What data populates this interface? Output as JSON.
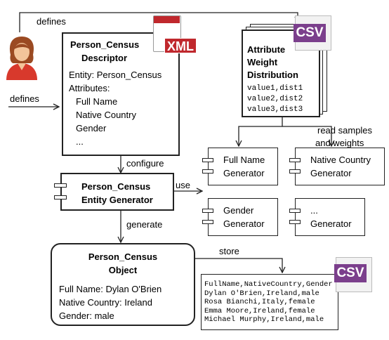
{
  "labels": {
    "defines_top": "defines",
    "defines_left": "defines",
    "configure": "configure",
    "use": "use",
    "generate": "generate",
    "store": "store",
    "read_samples_line1": "read samples",
    "read_samples_line2": "and weights"
  },
  "descriptor": {
    "title_line1": "Person_Census",
    "title_line2": "Descriptor",
    "entity": "Entity: Person_Census",
    "attributes_heading": "Attributes:",
    "attributes": [
      "Full Name",
      "Native Country",
      "Gender",
      "..."
    ]
  },
  "xml_badge": "XML",
  "csv_badge_top": "CSV",
  "csv_badge_bottom": "CSV",
  "distribution": {
    "title_line1": "Attribute",
    "title_line2": "Weight",
    "title_line3": "Distribution",
    "rows": [
      "value1,dist1",
      "value2,dist2",
      "value3,dist3"
    ]
  },
  "entity_generator": {
    "line1": "Person_Census",
    "line2": "Entity Generator"
  },
  "generators": [
    {
      "line1": "Full Name",
      "line2": "Generator"
    },
    {
      "line1": "Native Country",
      "line2": "Generator"
    },
    {
      "line1": "Gender",
      "line2": "Generator"
    },
    {
      "line1": "...",
      "line2": "Generator"
    }
  ],
  "object": {
    "title_line1": "Person_Census",
    "title_line2": "Object",
    "fields": [
      "Full Name: Dylan O'Brien",
      "Native Country: Ireland",
      "Gender: male"
    ]
  },
  "csv_output": {
    "rows": [
      "FullName,NativeCountry,Gender",
      "Dylan O'Brien,Ireland,male",
      "Rosa Bianchi,Italy,female",
      "Emma Moore,Ireland,female",
      "Michael Murphy,Ireland,male"
    ]
  },
  "colors": {
    "xml_red": "#c0282d",
    "csv_purple": "#7b3f8c",
    "skin": "#f3c49a",
    "hair": "#9b4a22",
    "shirt": "#d8392c"
  }
}
